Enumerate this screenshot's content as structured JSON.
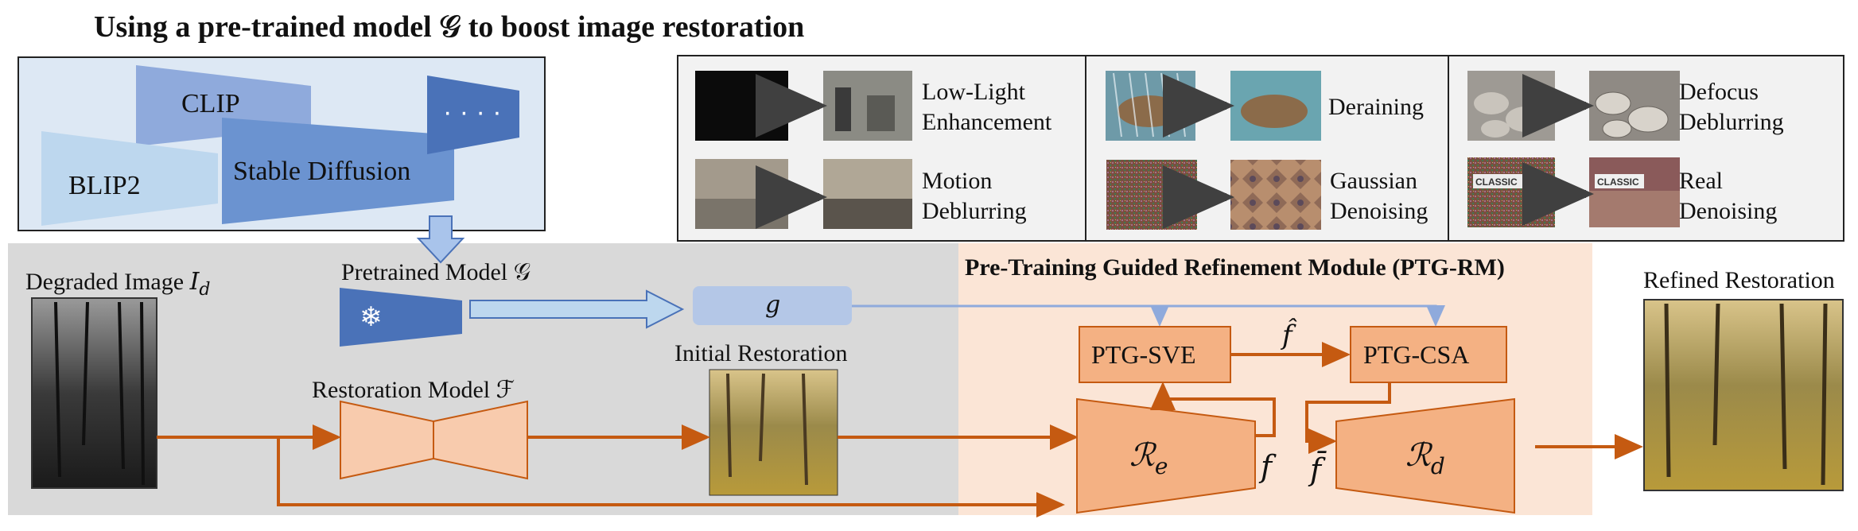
{
  "title": "Using a pre-trained model 𝒢 to boost image restoration",
  "pretrained_models": {
    "clip": "CLIP",
    "blip2": "BLIP2",
    "stable_diffusion": "Stable Diffusion",
    "more": "· · · ·"
  },
  "tasks": [
    {
      "label_1": "Low-Light",
      "label_2": "Enhancement",
      "kind": "lowlight"
    },
    {
      "label_1": "Deraining",
      "label_2": "",
      "kind": "bear"
    },
    {
      "label_1": "Defocus",
      "label_2": "Deblurring",
      "kind": "rocks"
    },
    {
      "label_1": "Motion",
      "label_2": "Deblurring",
      "kind": "crowd"
    },
    {
      "label_1": "Gaussian",
      "label_2": "Denoising",
      "kind": "tiles"
    },
    {
      "label_1": "Real",
      "label_2": "Denoising",
      "kind": "classic",
      "sign": "CLASSIC"
    }
  ],
  "pipeline": {
    "degraded_label": "Degraded Image",
    "degraded_symbol": "I",
    "degraded_subscript": "d",
    "pretrained_label": "Pretrained Model 𝒢",
    "snowflake": "❄",
    "g_symbol": "g",
    "restoration_model_label": "Restoration Model ℱ",
    "initial_restoration_label": "Initial Restoration",
    "ptg_rm_title": "Pre-Training Guided Refinement Module (PTG-RM)",
    "ptg_sve": "PTG-SVE",
    "ptg_csa": "PTG-CSA",
    "f_hat": "f̂",
    "f": "f",
    "f_bar": "f̄",
    "encoder_symbol": "ℛ",
    "encoder_sub": "e",
    "decoder_symbol": "ℛ",
    "decoder_sub": "d",
    "refined_label": "Refined Restoration"
  },
  "colors": {
    "gray_panel": "#d9d9d9",
    "peach_panel": "#fbe5d6",
    "blue_box": "#dde8f4",
    "orange_block": "#f4b183",
    "orange_line": "#c55a11",
    "blue_line": "#8faadc"
  }
}
